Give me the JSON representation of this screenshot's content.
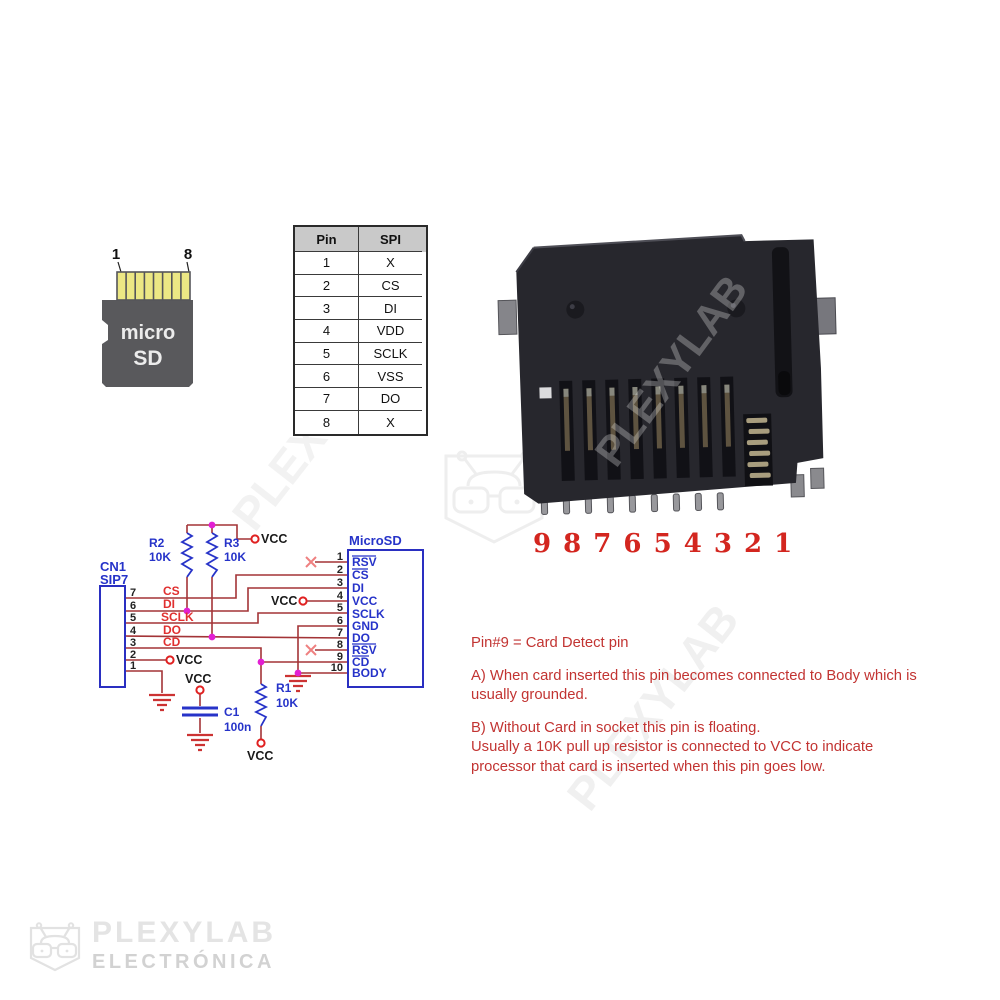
{
  "card": {
    "pin_first": "1",
    "pin_last": "8",
    "label_line1": "micro",
    "label_line2": "SD"
  },
  "pin_table": {
    "headers": {
      "pin": "Pin",
      "spi": "SPI"
    },
    "rows": [
      {
        "pin": "1",
        "spi": "X"
      },
      {
        "pin": "2",
        "spi": "CS"
      },
      {
        "pin": "3",
        "spi": "DI"
      },
      {
        "pin": "4",
        "spi": "VDD"
      },
      {
        "pin": "5",
        "spi": "SCLK"
      },
      {
        "pin": "6",
        "spi": "VSS"
      },
      {
        "pin": "7",
        "spi": "DO"
      },
      {
        "pin": "8",
        "spi": "X"
      }
    ]
  },
  "socket": {
    "pin_numbers": "9 8 7 6 5 4 3 2 1",
    "watermark": "PLEXYLAB"
  },
  "schematic": {
    "cn1": {
      "ref": "CN1",
      "type": "SIP7",
      "pin_numbers": [
        "7",
        "6",
        "5",
        "4",
        "3",
        "2",
        "1"
      ]
    },
    "signal_labels": [
      "CS",
      "DI",
      "SCLK",
      "DO",
      "CD"
    ],
    "microsd": {
      "title": "MicroSD",
      "pin_numbers": [
        "1",
        "2",
        "3",
        "4",
        "5",
        "6",
        "7",
        "8",
        "9",
        "10"
      ],
      "pin_names": [
        "RSV",
        "CS",
        "DI",
        "VCC",
        "SCLK",
        "GND",
        "DO",
        "RSV",
        "CD",
        "BODY"
      ]
    },
    "r1": {
      "ref": "R1",
      "value": "10K"
    },
    "r2": {
      "ref": "R2",
      "value": "10K"
    },
    "r3": {
      "ref": "R3",
      "value": "10K"
    },
    "c1": {
      "ref": "C1",
      "value": "100n"
    },
    "vcc": "VCC"
  },
  "notes": {
    "title": "Pin#9 = Card Detect pin",
    "para_a_line1": "A) When card inserted this pin becomes connected to Body which is",
    "para_a_line2": "usually grounded.",
    "para_b_line1": "B) Without Card in socket this pin is floating.",
    "para_b_line2": "Usually a 10K pull up resistor is connected to VCC to indicate",
    "para_b_line3": "processor that card is inserted when this pin goes low."
  },
  "watermark_brand": {
    "name": "PLEXYLAB",
    "subtitle": "ELECTRÓNICA"
  },
  "colors": {
    "wire_red": "#a33437",
    "component_blue": "#2733c8",
    "box_blue": "#2a2fc1",
    "junction_magenta": "#e21fd3",
    "signal_label_red": "#e03030",
    "notes_red": "#c23432",
    "pin_number_red": "#d3261f",
    "table_header_bg": "#c9c9c9",
    "card_body_gray": "#59595c",
    "card_pins_yellow": "#ece784"
  }
}
